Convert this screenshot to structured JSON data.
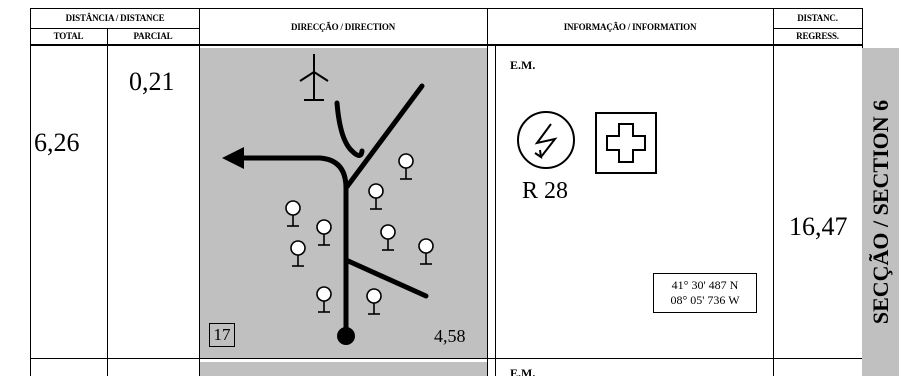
{
  "header": {
    "distance_group": "DISTÂNCIA / DISTANCE",
    "total": "TOTAL",
    "partial": "PARCIAL",
    "direction": "DIRECÇÃO / DIRECTION",
    "information": "INFORMAÇÃO / INFORMATION",
    "regress_line1": "DISTANC.",
    "regress_line2": "REGRESS."
  },
  "row": {
    "total": "6,26",
    "partial": "0,21",
    "box_number": "17",
    "box_distance": "4,58",
    "info_title": "E.M.",
    "road_label": "R 28",
    "coord_lat": "41° 30' 487 N",
    "coord_lon": "08° 05' 736 W",
    "regress": "16,47"
  },
  "next_row": {
    "info_title": "E.M."
  },
  "section_label": "SECÇÃO / SECTION 6",
  "icons": [
    "wind-turbine-icon",
    "tree-icon",
    "rounded-sign-icon",
    "medical-cross-icon",
    "arrow-left-icon"
  ]
}
